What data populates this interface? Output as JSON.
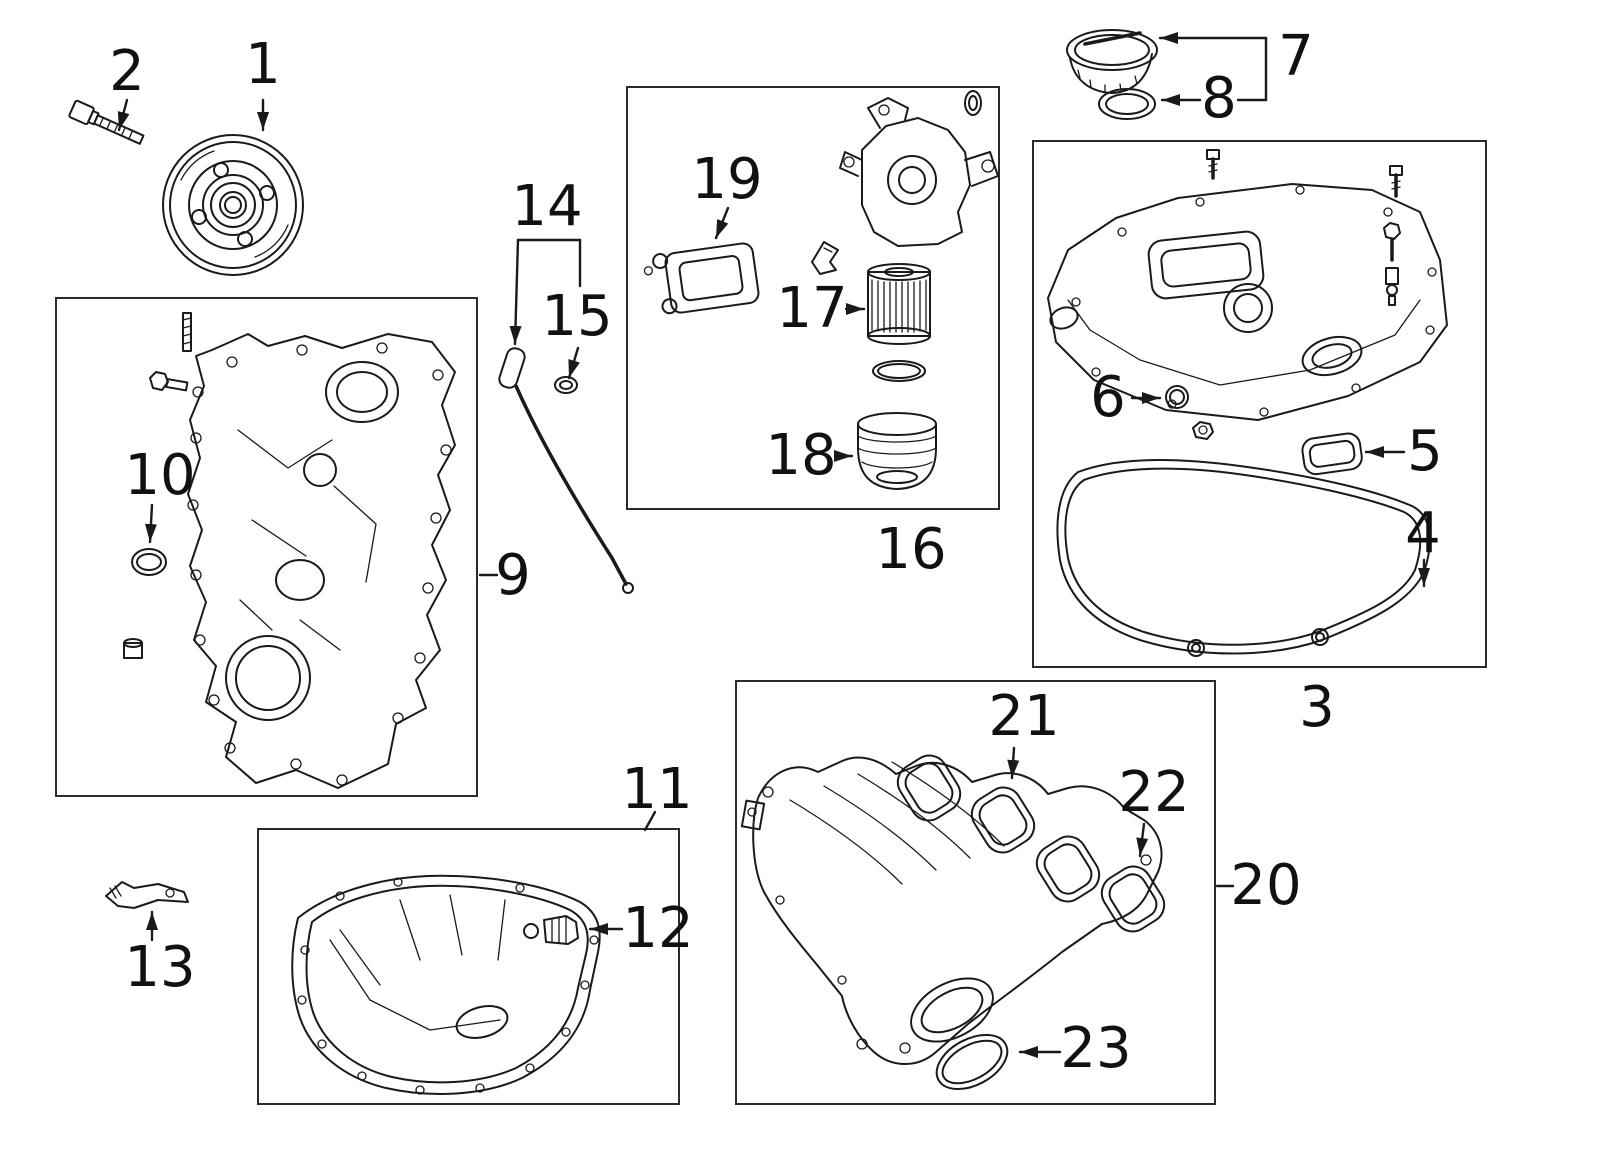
{
  "colors": {
    "background": "#ffffff",
    "line": "#1a1a1a",
    "frame": "#2b2b2b",
    "text": "#111111"
  },
  "callouts": {
    "c1": {
      "label": "1"
    },
    "c2": {
      "label": "2"
    },
    "c3": {
      "label": "3"
    },
    "c4": {
      "label": "4"
    },
    "c5": {
      "label": "5"
    },
    "c6": {
      "label": "6"
    },
    "c7": {
      "label": "7"
    },
    "c8": {
      "label": "8"
    },
    "c9": {
      "label": "9"
    },
    "c10": {
      "label": "10"
    },
    "c11": {
      "label": "11"
    },
    "c12": {
      "label": "12"
    },
    "c13": {
      "label": "13"
    },
    "c14": {
      "label": "14"
    },
    "c15": {
      "label": "15"
    },
    "c16": {
      "label": "16"
    },
    "c17": {
      "label": "17"
    },
    "c18": {
      "label": "18"
    },
    "c19": {
      "label": "19"
    },
    "c20": {
      "label": "20"
    },
    "c21": {
      "label": "21"
    },
    "c22": {
      "label": "22"
    },
    "c23": {
      "label": "23"
    }
  }
}
